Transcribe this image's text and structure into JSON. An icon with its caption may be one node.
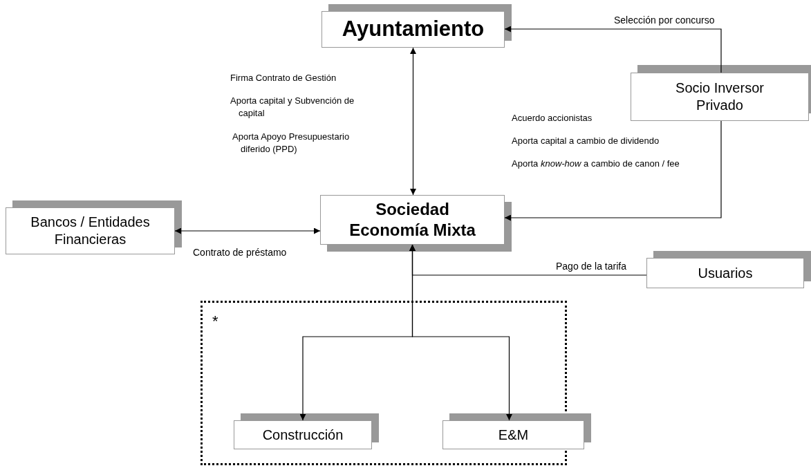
{
  "diagram": {
    "nodes": [
      {
        "text": [
          "Ayuntamiento"
        ]
      },
      {
        "text": [
          "Socio Inversor Privado"
        ]
      },
      {
        "text": [
          "Bancos / Entidades Financieras"
        ]
      },
      {
        "text": [
          "Sociedad Economía Mixta"
        ]
      },
      {
        "text": [
          "Usuarios"
        ]
      },
      {
        "text": [
          "*"
        ]
      },
      {
        "text": [
          "Construcción"
        ],
        "in": 5
      },
      {
        "text": [
          "E&M"
        ],
        "in": 5
      }
    ],
    "edges": [
      {
        "from": 1,
        "to": 0,
        "arrow": "to",
        "label": "Selección por concurso"
      },
      {
        "from": 0,
        "to": 3,
        "arrow": "both"
      },
      {
        "from": 1,
        "to": 3,
        "arrow": "to"
      },
      {
        "from": 2,
        "to": 3,
        "arrow": "both",
        "label": "Contrato de préstamo"
      },
      {
        "from": 4,
        "to": 3,
        "arrow": "to",
        "label": "Pago de la tarifa"
      },
      {
        "from": 3,
        "to": 6,
        "arrow": "both"
      },
      {
        "from": 3,
        "to": 7,
        "arrow": "both"
      }
    ],
    "labels": [
      "Firma Contrato de Gestión",
      "Aporta capital y Subvención de capital",
      "Aporta Apoyo Presupuestario diferido (PPD)",
      "Acuerdo accionistas",
      "Aporta capital a cambio de dividendo",
      "Aporta *know-how* a cambio de canon / fee"
    ]
  }
}
